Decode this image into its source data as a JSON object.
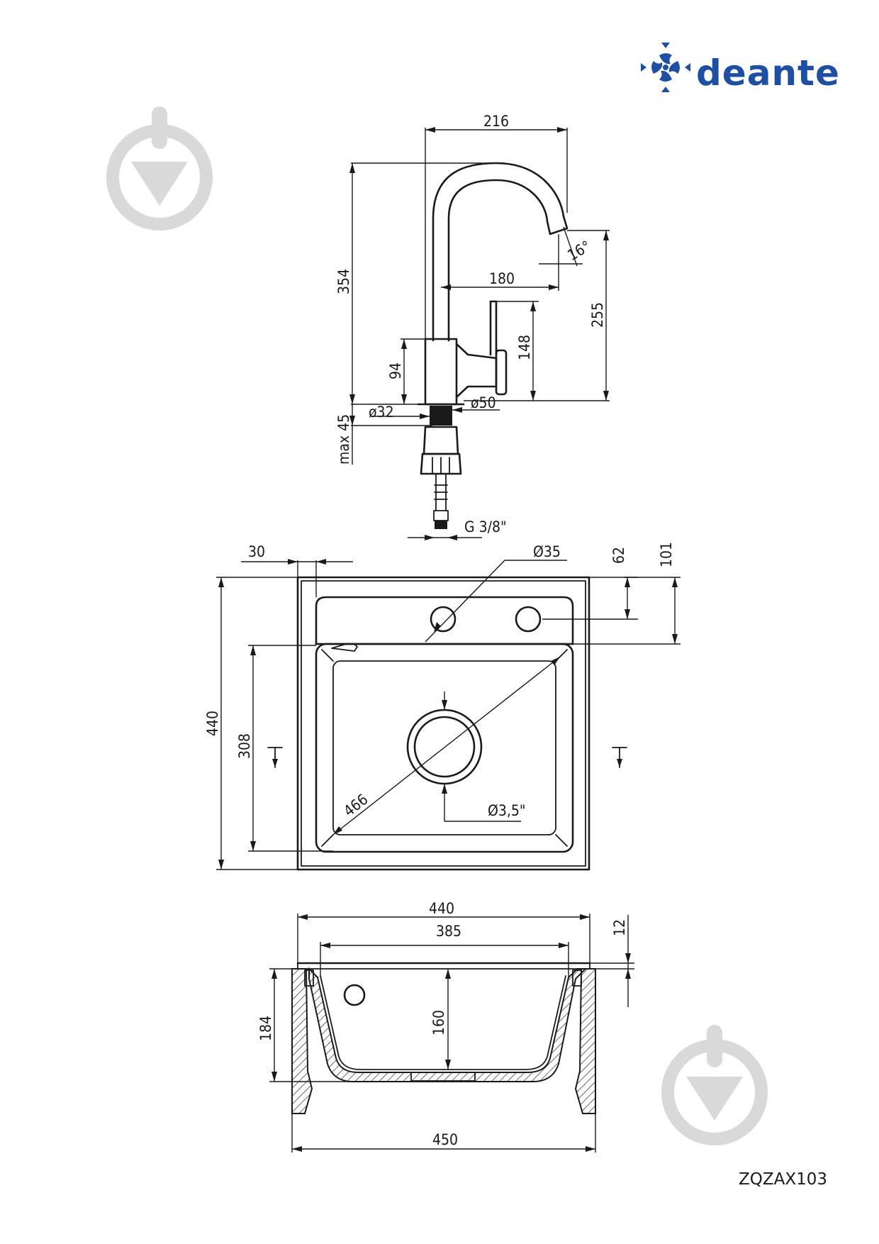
{
  "brand": {
    "name": "deante",
    "color": "#1f4fa3"
  },
  "product_code": "ZQZAX103",
  "watermark_icon": "shield-check-icon",
  "faucet_dimensions": {
    "width_top": "216",
    "height_total": "354",
    "reach": "180",
    "spout_angle": "16°",
    "spout_height": "255",
    "lever_height": "148",
    "body_height": "94",
    "hole_diameter": "ø32",
    "base_diameter": "ø50",
    "max_thickness": "max 45",
    "connection": "G 3/8\""
  },
  "sink_top_dimensions": {
    "edge_offset": "30",
    "tap_hole": "Ø35",
    "tap_hole_offset": "62",
    "bowl_offset": "101",
    "depth_total": "440",
    "bowl_length": "308",
    "diagonal": "466",
    "drain": "Ø3,5\""
  },
  "sink_section_dimensions": {
    "width_total": "440",
    "bowl_width": "385",
    "rim_thickness": "12",
    "cabinet_height": "184",
    "bowl_depth": "160",
    "cabinet_width": "450"
  }
}
